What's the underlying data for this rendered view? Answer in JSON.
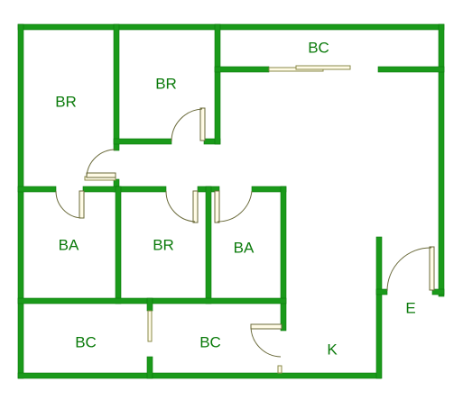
{
  "floor_plan": {
    "colors": {
      "wall": "#1a9a1a",
      "label": "#0a7a0a",
      "background": "#ffffff",
      "door": "#fffbe6"
    },
    "rooms": [
      {
        "id": "br-left",
        "label": "BR"
      },
      {
        "id": "br-top",
        "label": "BR"
      },
      {
        "id": "bc-top",
        "label": "BC"
      },
      {
        "id": "ba-left",
        "label": "BA"
      },
      {
        "id": "br-mid",
        "label": "BR"
      },
      {
        "id": "ba-right",
        "label": "BA"
      },
      {
        "id": "bc-bottom-left",
        "label": "BC"
      },
      {
        "id": "bc-bottom-mid",
        "label": "BC"
      },
      {
        "id": "kitchen",
        "label": "K"
      },
      {
        "id": "entry",
        "label": "E"
      }
    ]
  }
}
